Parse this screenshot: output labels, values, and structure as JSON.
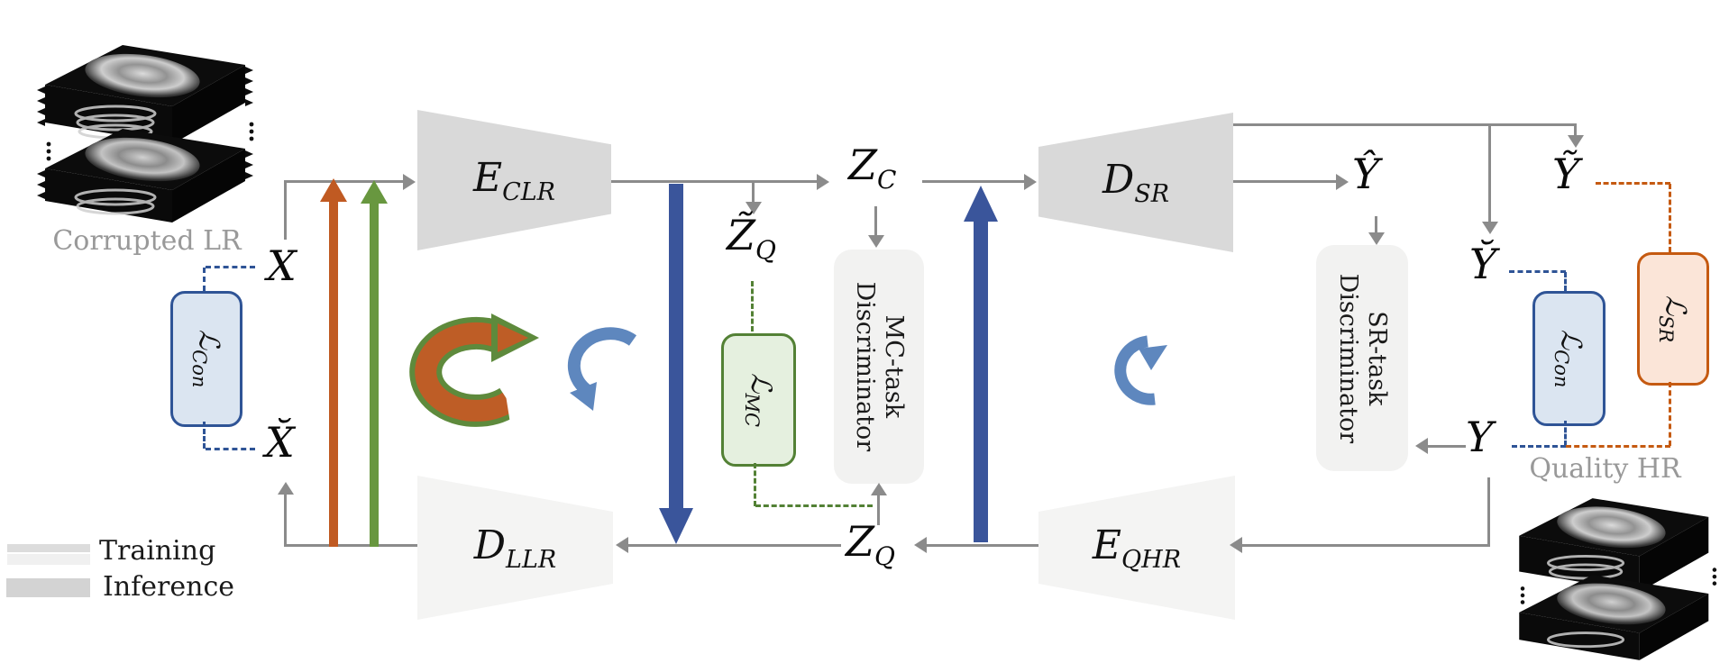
{
  "diagram": {
    "legend": {
      "training_label": "Training",
      "inference_label": "Inference"
    },
    "inputs": {
      "corrupted_lr_caption": "Corrupted LR",
      "quality_hr_caption": "Quality HR"
    },
    "modules": {
      "e_clr": {
        "base": "E",
        "sub": "CLR"
      },
      "d_sr": {
        "base": "D",
        "sub": "SR"
      },
      "d_llr": {
        "base": "D",
        "sub": "LLR"
      },
      "e_qhr": {
        "base": "E",
        "sub": "QHR"
      }
    },
    "discriminators": {
      "mc": {
        "line1": "MC-task",
        "line2": "Discriminator"
      },
      "sr": {
        "line1": "SR-task",
        "line2": "Discriminator"
      }
    },
    "losses": {
      "con_left": {
        "base": "ℒ",
        "sub": "Con"
      },
      "mc": {
        "base": "ℒ",
        "sub": "MC"
      },
      "con_right": {
        "base": "ℒ",
        "sub": "Con"
      },
      "sr": {
        "base": "ℒ",
        "sub": "SR"
      }
    },
    "variables": {
      "x": "X",
      "x_breve": "X̆",
      "z_c_base": "Z",
      "z_c_sub": "C",
      "z_q_tilde_base": "Z̃",
      "z_q_tilde_sub": "Q",
      "z_q_base": "Z",
      "z_q_sub": "Q",
      "y_hat": "Ŷ",
      "y_breve": "Y̆",
      "y_tilde": "Ỹ",
      "y": "Y"
    },
    "colors": {
      "gray_line": "#8b8b8b",
      "module_dark": "#d9d9d9",
      "module_light": "#f4f4f3",
      "disc_fill": "#f2f2f1",
      "blue_accent": "#3a559b",
      "steel_blue": "#5e87be",
      "orange": "#c05a22",
      "green": "#68973f",
      "loss_blue_fill": "#dbe5f1",
      "loss_blue_border": "#2f5496",
      "loss_green_fill": "#e5f0df",
      "loss_green_border": "#538135",
      "loss_orange_fill": "#fbe5d8",
      "loss_orange_border": "#c55a11",
      "caption_gray": "#999999"
    }
  }
}
